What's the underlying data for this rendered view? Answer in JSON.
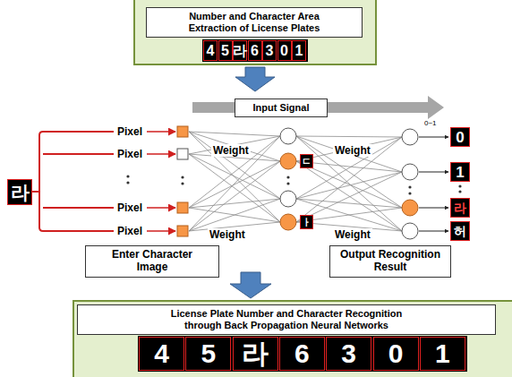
{
  "diagram": {
    "nodes": [
      {
        "text": [
          "Number and Character Area Extraction of License Plates"
        ]
      },
      {
        "text": [
          "Input Signal"
        ]
      },
      {
        "text": [
          "Enter Character Image"
        ]
      },
      {
        "text": [
          "Output Recognition Result"
        ]
      },
      {
        "text": [
          "License Plate Number and Character Recognition through Back Propagation Neural Networks"
        ]
      }
    ],
    "labels": [
      "4",
      "5",
      "라",
      "6",
      "3",
      "0",
      "1",
      "0~1",
      "Weight",
      "Weight",
      "Pixel",
      "Pixel",
      "라",
      "Pixel",
      "Pixel",
      "Weight",
      "Weight",
      "ㄷ",
      "ㅏ",
      "0",
      "1",
      "라",
      "허",
      "4",
      "5",
      "라",
      "6",
      "3",
      "0",
      "1"
    ]
  }
}
